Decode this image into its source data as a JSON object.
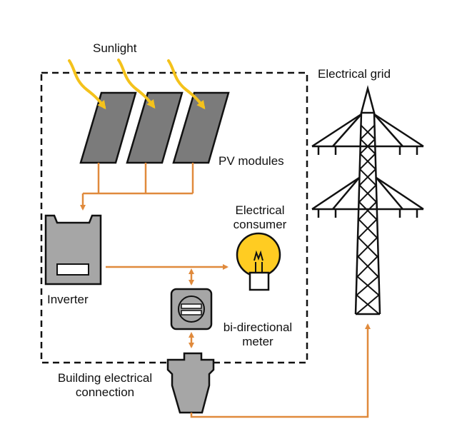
{
  "labels": {
    "sunlight": "Sunlight",
    "electrical_grid": "Electrical grid",
    "pv_modules": "PV modules",
    "electrical_consumer_line1": "Electrical",
    "electrical_consumer_line2": "consumer",
    "inverter": "Inverter",
    "meter_line1": "bi-directional",
    "meter_line2": "meter",
    "building_line1": "Building electrical",
    "building_line2": "connection"
  },
  "icons": [
    "sun-ray-icon",
    "pv-panel-icon",
    "inverter-icon",
    "light-bulb-icon",
    "meter-icon",
    "connection-box-icon",
    "transmission-tower-icon"
  ],
  "colors": {
    "wire": "#E08A3C",
    "sun_ray": "#F4C21B",
    "panel": "#7B7B7B",
    "device": "#A6A6A6",
    "bulb": "#FFCC22",
    "outline": "#111111"
  }
}
